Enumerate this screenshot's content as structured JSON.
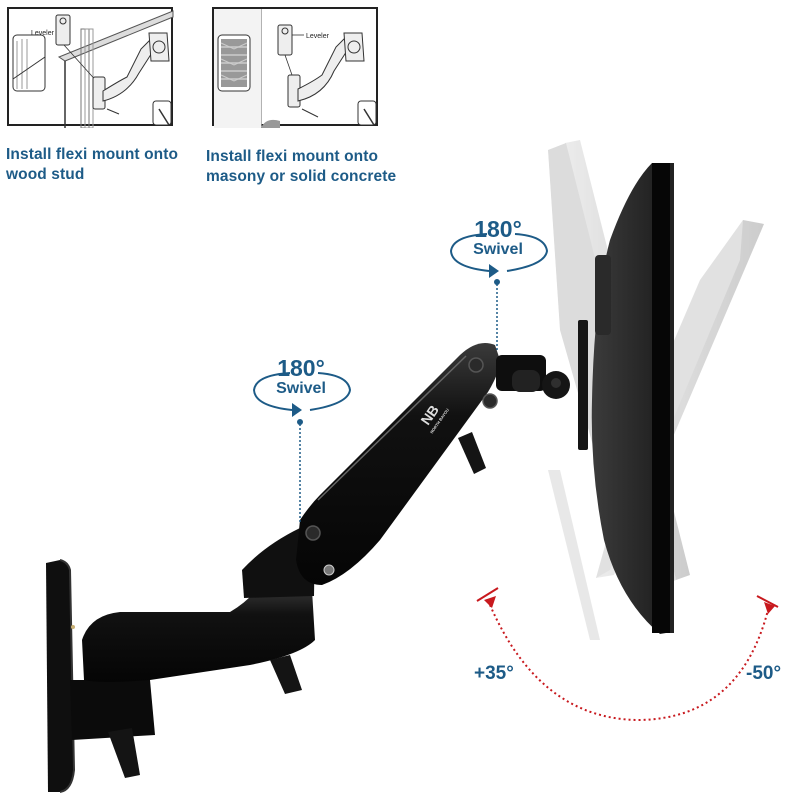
{
  "install_panels": [
    {
      "caption_line1": "Install flexi mount onto",
      "caption_line2": "wood stud",
      "diagram_label": "Leveler"
    },
    {
      "caption_line1": "Install flexi mount onto",
      "caption_line2": "masony or solid concrete",
      "diagram_label": "Leveler"
    }
  ],
  "swivel_badges": [
    {
      "degrees": "180°",
      "label": "Swivel"
    },
    {
      "degrees": "180°",
      "label": "Swivel"
    }
  ],
  "tilt_range": {
    "left": "+35°",
    "right": "-50°"
  },
  "brand": {
    "logo": "NB",
    "name": "NORTH BAYOU"
  },
  "colors": {
    "text_blue": "#1d5b87",
    "arc_red": "#c8191e",
    "mount_black": "#0d0d0d"
  }
}
